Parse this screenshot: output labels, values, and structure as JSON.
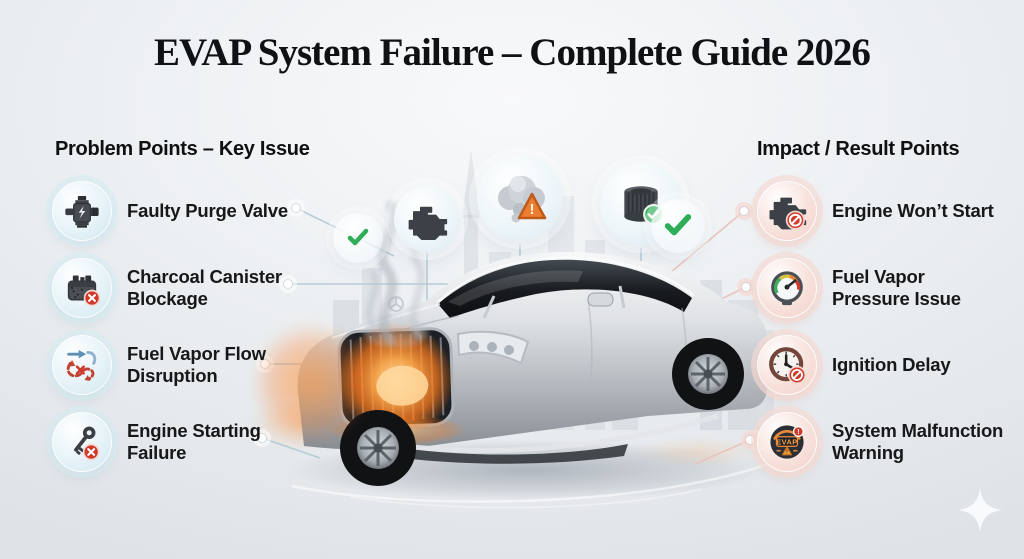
{
  "title": "EVAP System Failure – Complete Guide 2026",
  "left_panel": {
    "heading": "Problem Points – Key Issue",
    "items": [
      {
        "label": "Faulty Purge Valve",
        "icon": "purge-valve-icon"
      },
      {
        "label": "Charcoal Canister Blockage",
        "icon": "charcoal-canister-icon"
      },
      {
        "label": "Fuel Vapor Flow Disruption",
        "icon": "fuel-vapor-flow-icon"
      },
      {
        "label": "Engine Starting Failure",
        "icon": "ignition-key-icon"
      }
    ]
  },
  "right_panel": {
    "heading": "Impact / Result Points",
    "items": [
      {
        "label": "Engine Won’t Start",
        "icon": "engine-blocked-icon"
      },
      {
        "label": "Fuel Vapor Pressure Issue",
        "icon": "pressure-gauge-icon"
      },
      {
        "label": "Ignition Delay",
        "icon": "clock-blocked-icon"
      },
      {
        "label": "System Malfunction Warning",
        "icon": "evap-warning-light-icon",
        "icon_text": "EVAP"
      }
    ]
  },
  "center": {
    "illustration": "silver-sedan-engine-fire-smoke",
    "status_icons": [
      "engine-icon",
      "smoke-warning-icon",
      "air-filter-ok-icon",
      "check-icon",
      "check-icon"
    ]
  },
  "decor": {
    "corner": "sparkle-icon"
  },
  "colors": {
    "success_green": "#2fae57",
    "alert_red": "#cf3a2a",
    "warning_orange": "#ed7d31",
    "left_tint": "#ddeef5",
    "right_tint": "#f7ded8",
    "flame_orange": "#ff8a2a"
  }
}
